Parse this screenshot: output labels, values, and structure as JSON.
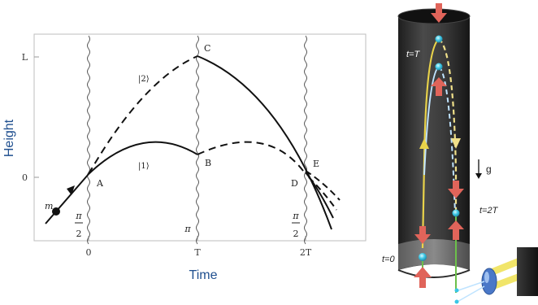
{
  "colors": {
    "axis_label": "#1f4f8f",
    "tube_dark": "#2b2b2b",
    "tube_mid": "#5a5a5a",
    "trajectory_up": "#e9d34a",
    "trajectory_down": "#f0e08a",
    "trajectory_inner": "#bfe3ff",
    "atom": "#39c7e6",
    "pulse_arrow": "#e0645a",
    "laser_beam": "#f1e56a",
    "fiber": "#6cc04a"
  },
  "left_panel": {
    "y_axis_label": "Height",
    "x_axis_label": "Time",
    "y_ticks": {
      "top": "L",
      "zero": "0"
    },
    "x_ticks": {
      "t0": "0",
      "t1": "T",
      "t2": "2T"
    },
    "points": {
      "A": "A",
      "B": "B",
      "C": "C",
      "D": "D",
      "E": "E"
    },
    "state_labels": {
      "upper": "|2⟩",
      "lower": "|1⟩"
    },
    "mass_label": "m",
    "pulse_labels": {
      "first_num": "π",
      "first_den": "2",
      "middle": "π",
      "last_num": "π",
      "last_den": "2"
    }
  },
  "right_panel": {
    "time_labels": {
      "top": "t=T",
      "mid": "t=2T",
      "bottom": "t=0"
    },
    "gravity_label": "g"
  }
}
